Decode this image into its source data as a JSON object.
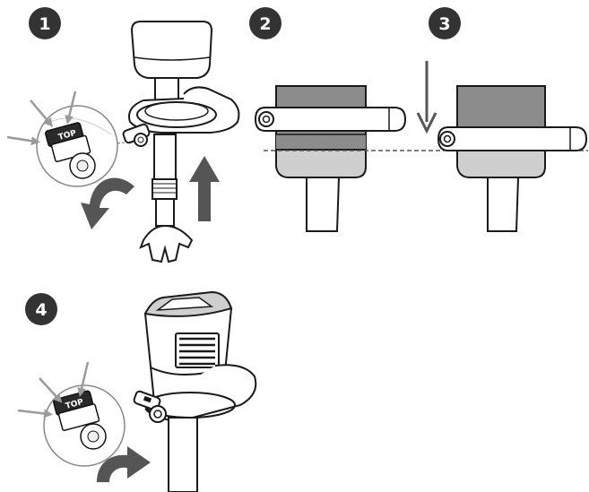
{
  "steps": [
    {
      "number": "1",
      "detail_label": "TOP"
    },
    {
      "number": "2"
    },
    {
      "number": "3"
    },
    {
      "number": "4",
      "detail_label": "TOP"
    }
  ],
  "colors": {
    "badge": "#333333",
    "outline": "#1a1a1a",
    "dark_fill": "#8c8c8c",
    "light_fill": "#cfcfcf",
    "arrow_gray": "#555555",
    "pointer_gray": "#9a9a9a"
  }
}
